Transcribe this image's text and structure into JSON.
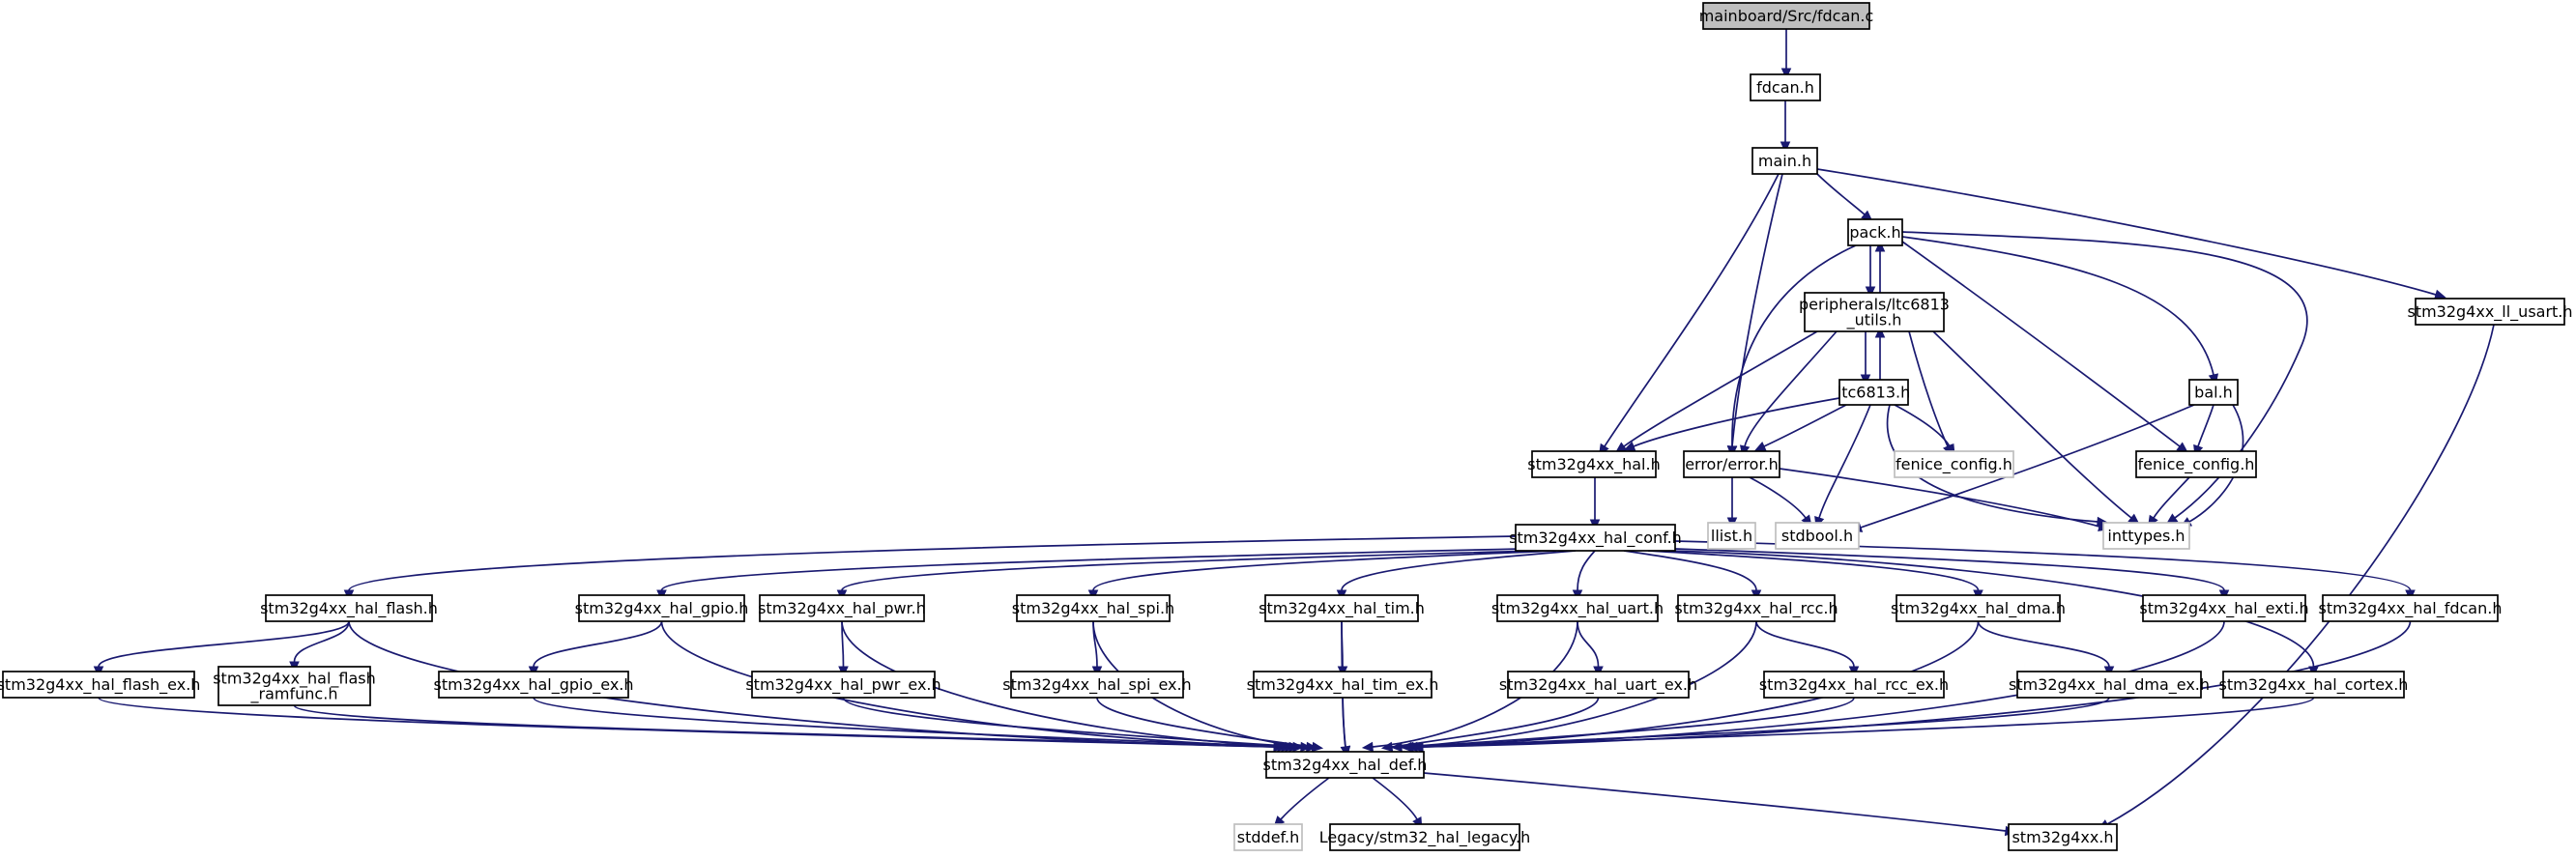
{
  "graph": {
    "nodes": [
      {
        "id": "fdcan_c",
        "lines": [
          "mainboard/Src/fdcan.c"
        ],
        "style": "root"
      },
      {
        "id": "fdcan_h",
        "lines": [
          "fdcan.h"
        ],
        "style": "normal"
      },
      {
        "id": "main_h",
        "lines": [
          "main.h"
        ],
        "style": "normal"
      },
      {
        "id": "pack_h",
        "lines": [
          "pack.h"
        ],
        "style": "normal"
      },
      {
        "id": "ll_usart",
        "lines": [
          "stm32g4xx_ll_usart.h"
        ],
        "style": "normal"
      },
      {
        "id": "ltc_utils",
        "lines": [
          "peripherals/ltc6813",
          "_utils.h"
        ],
        "style": "normal"
      },
      {
        "id": "ltc6813",
        "lines": [
          "ltc6813.h"
        ],
        "style": "normal"
      },
      {
        "id": "bal_h",
        "lines": [
          "bal.h"
        ],
        "style": "normal"
      },
      {
        "id": "hal_h",
        "lines": [
          "stm32g4xx_hal.h"
        ],
        "style": "normal"
      },
      {
        "id": "error_h",
        "lines": [
          "error/error.h"
        ],
        "style": "normal"
      },
      {
        "id": "fenice_gray",
        "lines": [
          "fenice_config.h"
        ],
        "style": "missing"
      },
      {
        "id": "fenice_box",
        "lines": [
          "fenice_config.h"
        ],
        "style": "normal"
      },
      {
        "id": "llist",
        "lines": [
          "llist.h"
        ],
        "style": "missing"
      },
      {
        "id": "stdbool",
        "lines": [
          "stdbool.h"
        ],
        "style": "missing"
      },
      {
        "id": "inttypes",
        "lines": [
          "inttypes.h"
        ],
        "style": "missing"
      },
      {
        "id": "hal_conf",
        "lines": [
          "stm32g4xx_hal_conf.h"
        ],
        "style": "normal"
      },
      {
        "id": "hal_flash",
        "lines": [
          "stm32g4xx_hal_flash.h"
        ],
        "style": "normal"
      },
      {
        "id": "hal_gpio",
        "lines": [
          "stm32g4xx_hal_gpio.h"
        ],
        "style": "normal"
      },
      {
        "id": "hal_pwr",
        "lines": [
          "stm32g4xx_hal_pwr.h"
        ],
        "style": "normal"
      },
      {
        "id": "hal_spi",
        "lines": [
          "stm32g4xx_hal_spi.h"
        ],
        "style": "normal"
      },
      {
        "id": "hal_tim",
        "lines": [
          "stm32g4xx_hal_tim.h"
        ],
        "style": "normal"
      },
      {
        "id": "hal_uart",
        "lines": [
          "stm32g4xx_hal_uart.h"
        ],
        "style": "normal"
      },
      {
        "id": "hal_rcc",
        "lines": [
          "stm32g4xx_hal_rcc.h"
        ],
        "style": "normal"
      },
      {
        "id": "hal_dma",
        "lines": [
          "stm32g4xx_hal_dma.h"
        ],
        "style": "normal"
      },
      {
        "id": "hal_exti",
        "lines": [
          "stm32g4xx_hal_exti.h"
        ],
        "style": "normal"
      },
      {
        "id": "hal_fdcan",
        "lines": [
          "stm32g4xx_hal_fdcan.h"
        ],
        "style": "normal"
      },
      {
        "id": "hal_flash_ex",
        "lines": [
          "stm32g4xx_hal_flash_ex.h"
        ],
        "style": "normal"
      },
      {
        "id": "hal_flash_ramfunc",
        "lines": [
          "stm32g4xx_hal_flash",
          "_ramfunc.h"
        ],
        "style": "normal"
      },
      {
        "id": "hal_gpio_ex",
        "lines": [
          "stm32g4xx_hal_gpio_ex.h"
        ],
        "style": "normal"
      },
      {
        "id": "hal_pwr_ex",
        "lines": [
          "stm32g4xx_hal_pwr_ex.h"
        ],
        "style": "normal"
      },
      {
        "id": "hal_spi_ex",
        "lines": [
          "stm32g4xx_hal_spi_ex.h"
        ],
        "style": "normal"
      },
      {
        "id": "hal_tim_ex",
        "lines": [
          "stm32g4xx_hal_tim_ex.h"
        ],
        "style": "normal"
      },
      {
        "id": "hal_uart_ex",
        "lines": [
          "stm32g4xx_hal_uart_ex.h"
        ],
        "style": "normal"
      },
      {
        "id": "hal_rcc_ex",
        "lines": [
          "stm32g4xx_hal_rcc_ex.h"
        ],
        "style": "normal"
      },
      {
        "id": "hal_dma_ex",
        "lines": [
          "stm32g4xx_hal_dma_ex.h"
        ],
        "style": "normal"
      },
      {
        "id": "hal_cortex",
        "lines": [
          "stm32g4xx_hal_cortex.h"
        ],
        "style": "normal"
      },
      {
        "id": "hal_def",
        "lines": [
          "stm32g4xx_hal_def.h"
        ],
        "style": "normal"
      },
      {
        "id": "stddef",
        "lines": [
          "stddef.h"
        ],
        "style": "missing"
      },
      {
        "id": "legacy",
        "lines": [
          "Legacy/stm32_hal_legacy.h"
        ],
        "style": "normal"
      },
      {
        "id": "stm32g4xx",
        "lines": [
          "stm32g4xx.h"
        ],
        "style": "normal"
      }
    ],
    "edges": [
      {
        "from": "fdcan_c",
        "to": "fdcan_h"
      },
      {
        "from": "fdcan_h",
        "to": "main_h"
      },
      {
        "from": "main_h",
        "to": "pack_h"
      },
      {
        "from": "main_h",
        "to": "ll_usart"
      },
      {
        "from": "main_h",
        "to": "hal_h"
      },
      {
        "from": "main_h",
        "to": "error_h"
      },
      {
        "from": "pack_h",
        "to": "ltc_utils"
      },
      {
        "from": "pack_h",
        "to": "bal_h"
      },
      {
        "from": "pack_h",
        "to": "error_h"
      },
      {
        "from": "pack_h",
        "to": "fenice_box"
      },
      {
        "from": "pack_h",
        "to": "inttypes"
      },
      {
        "from": "ltc_utils",
        "to": "pack_h"
      },
      {
        "from": "ltc_utils",
        "to": "ltc6813"
      },
      {
        "from": "ltc_utils",
        "to": "hal_h"
      },
      {
        "from": "ltc_utils",
        "to": "error_h"
      },
      {
        "from": "ltc_utils",
        "to": "fenice_gray"
      },
      {
        "from": "ltc_utils",
        "to": "inttypes"
      },
      {
        "from": "ltc6813",
        "to": "ltc_utils"
      },
      {
        "from": "ltc6813",
        "to": "hal_h"
      },
      {
        "from": "ltc6813",
        "to": "error_h"
      },
      {
        "from": "ltc6813",
        "to": "fenice_gray"
      },
      {
        "from": "ltc6813",
        "to": "stdbool"
      },
      {
        "from": "ltc6813",
        "to": "inttypes"
      },
      {
        "from": "bal_h",
        "to": "fenice_box"
      },
      {
        "from": "bal_h",
        "to": "stdbool"
      },
      {
        "from": "bal_h",
        "to": "inttypes"
      },
      {
        "from": "fenice_box",
        "to": "inttypes"
      },
      {
        "from": "error_h",
        "to": "llist"
      },
      {
        "from": "error_h",
        "to": "stdbool"
      },
      {
        "from": "error_h",
        "to": "inttypes"
      },
      {
        "from": "hal_h",
        "to": "hal_conf"
      },
      {
        "from": "hal_conf",
        "to": "hal_flash"
      },
      {
        "from": "hal_conf",
        "to": "hal_gpio"
      },
      {
        "from": "hal_conf",
        "to": "hal_pwr"
      },
      {
        "from": "hal_conf",
        "to": "hal_spi"
      },
      {
        "from": "hal_conf",
        "to": "hal_tim"
      },
      {
        "from": "hal_conf",
        "to": "hal_uart"
      },
      {
        "from": "hal_conf",
        "to": "hal_rcc"
      },
      {
        "from": "hal_conf",
        "to": "hal_dma"
      },
      {
        "from": "hal_conf",
        "to": "hal_exti"
      },
      {
        "from": "hal_conf",
        "to": "hal_fdcan"
      },
      {
        "from": "hal_conf",
        "to": "hal_cortex"
      },
      {
        "from": "hal_flash",
        "to": "hal_flash_ex"
      },
      {
        "from": "hal_flash",
        "to": "hal_flash_ramfunc"
      },
      {
        "from": "hal_flash",
        "to": "hal_def"
      },
      {
        "from": "hal_gpio",
        "to": "hal_gpio_ex"
      },
      {
        "from": "hal_gpio",
        "to": "hal_def"
      },
      {
        "from": "hal_pwr",
        "to": "hal_pwr_ex"
      },
      {
        "from": "hal_pwr",
        "to": "hal_def"
      },
      {
        "from": "hal_spi",
        "to": "hal_spi_ex"
      },
      {
        "from": "hal_spi",
        "to": "hal_def"
      },
      {
        "from": "hal_tim",
        "to": "hal_tim_ex"
      },
      {
        "from": "hal_tim",
        "to": "hal_def"
      },
      {
        "from": "hal_uart",
        "to": "hal_uart_ex"
      },
      {
        "from": "hal_uart",
        "to": "hal_def"
      },
      {
        "from": "hal_rcc",
        "to": "hal_rcc_ex"
      },
      {
        "from": "hal_rcc",
        "to": "hal_def"
      },
      {
        "from": "hal_dma",
        "to": "hal_dma_ex"
      },
      {
        "from": "hal_dma",
        "to": "hal_def"
      },
      {
        "from": "hal_exti",
        "to": "hal_def"
      },
      {
        "from": "hal_fdcan",
        "to": "hal_def"
      },
      {
        "from": "hal_flash_ex",
        "to": "hal_def"
      },
      {
        "from": "hal_flash_ramfunc",
        "to": "hal_def"
      },
      {
        "from": "hal_gpio_ex",
        "to": "hal_def"
      },
      {
        "from": "hal_pwr_ex",
        "to": "hal_def"
      },
      {
        "from": "hal_spi_ex",
        "to": "hal_def"
      },
      {
        "from": "hal_tim_ex",
        "to": "hal_def"
      },
      {
        "from": "hal_uart_ex",
        "to": "hal_def"
      },
      {
        "from": "hal_rcc_ex",
        "to": "hal_def"
      },
      {
        "from": "hal_dma_ex",
        "to": "hal_def"
      },
      {
        "from": "hal_cortex",
        "to": "hal_def"
      },
      {
        "from": "hal_def",
        "to": "stddef"
      },
      {
        "from": "hal_def",
        "to": "legacy"
      },
      {
        "from": "hal_def",
        "to": "stm32g4xx"
      },
      {
        "from": "ll_usart",
        "to": "stm32g4xx"
      }
    ]
  },
  "colors": {
    "edge": "#191970",
    "node_border": "#000000",
    "missing_border": "#bfbfbf",
    "root_fill": "#bfbfbf",
    "background": "#ffffff"
  }
}
